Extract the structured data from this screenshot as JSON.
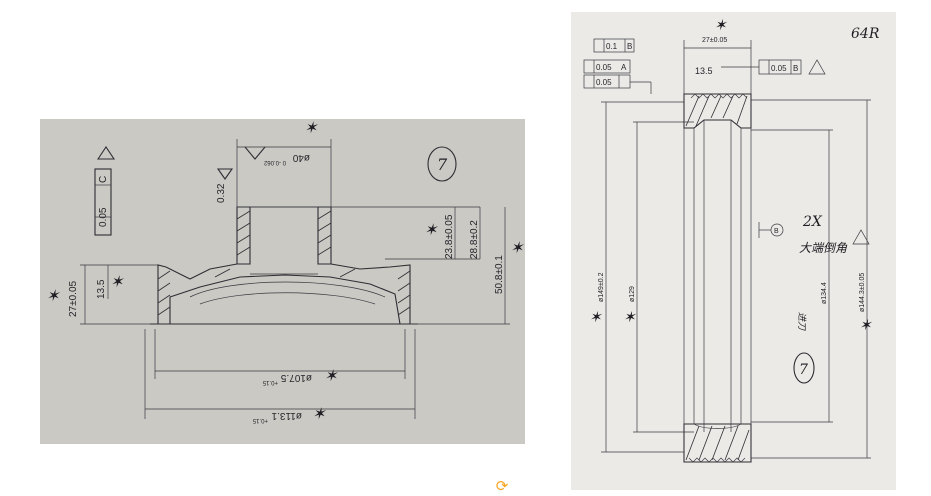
{
  "left_drawing": {
    "dims": {
      "flatness": "0.05",
      "datum_c": "C",
      "roughness": "0.32",
      "bore": "ø40",
      "bore_tol": "0\n-0.062",
      "h1": "23.8±0.05",
      "h2": "28.8±0.2",
      "h3": "50.8±0.1",
      "thk": "13.5",
      "width": "27±0.05",
      "dia1": "ø107.5",
      "dia1_tol": "+0.15",
      "dia2": "ø113.1",
      "dia2_tol": "+0.15",
      "circled": "7"
    }
  },
  "right_drawing": {
    "dims": {
      "parallel": "0.1",
      "datum_b": "B",
      "circ": "0.05",
      "datum_a": "A",
      "perp": "0.05",
      "top_width": "27±0.05",
      "thk": "13.5",
      "sym": "0.05",
      "datum_b_label": "B",
      "dia_left": "ø149±0.2",
      "dia_mid": "ø129",
      "dia_right": "ø134.4",
      "dia_outer": "ø144.3±0.05",
      "note_2x": "2X",
      "note_cn": "大端倒角",
      "note_vert": "进刀",
      "circled": "7",
      "corner": "64R"
    }
  },
  "icons": {
    "refresh": "⟳"
  }
}
